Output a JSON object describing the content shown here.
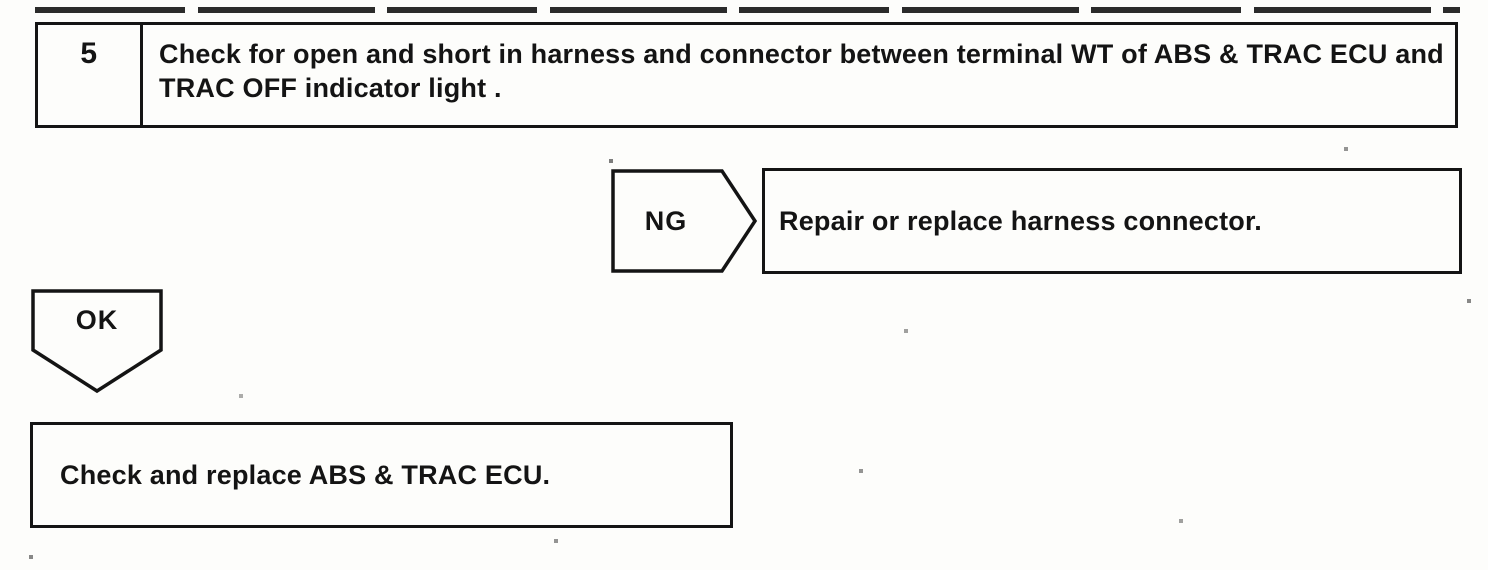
{
  "colors": {
    "ink": "#141414",
    "paper": "#fdfdfb"
  },
  "flowchart": {
    "step_box": {
      "number": "5",
      "instruction": "Check for open and short in harness and connector between terminal WT of ABS & TRAC ECU and TRAC OFF indicator light ."
    },
    "ng_branch": {
      "connector_label": "NG",
      "action": "Repair or replace harness connector."
    },
    "ok_branch": {
      "connector_label": "OK",
      "action": "Check and replace ABS & TRAC ECU."
    }
  }
}
